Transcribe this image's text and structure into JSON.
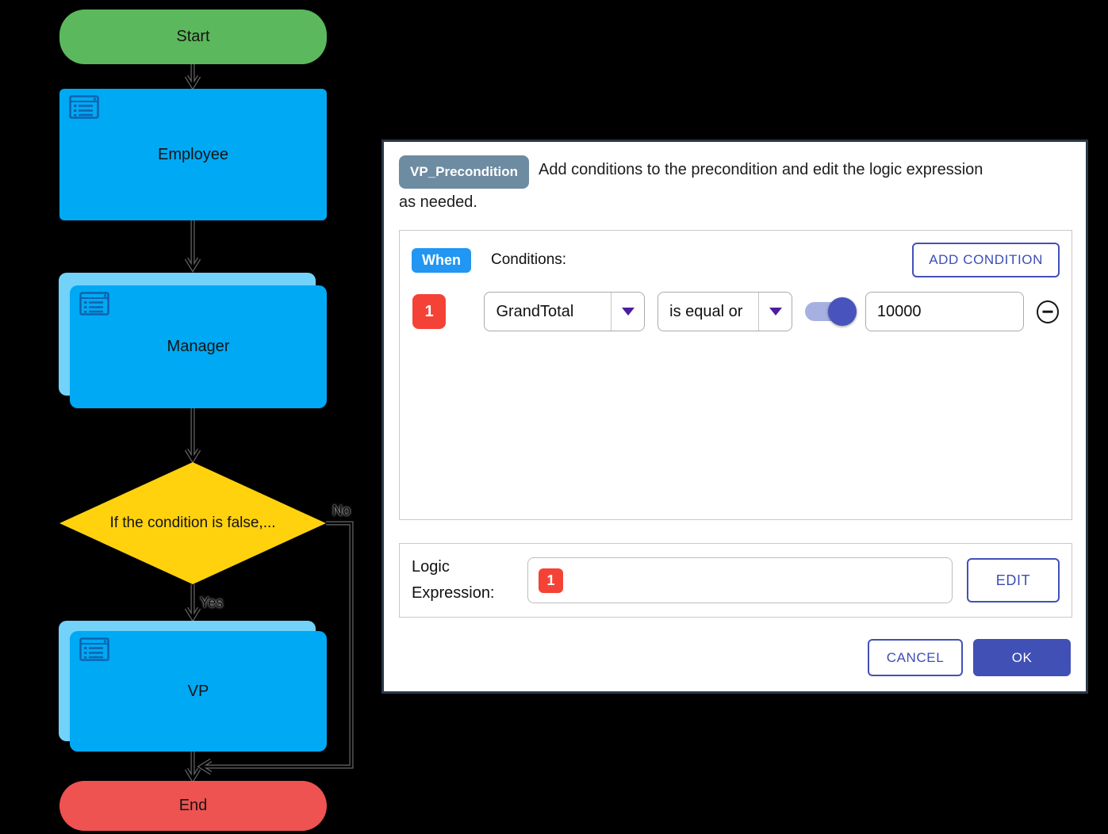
{
  "flowchart": {
    "start_label": "Start",
    "employee_label": "Employee",
    "manager_label": "Manager",
    "decision_label": "If the condition is false,...",
    "vp_label": "VP",
    "end_label": "End",
    "no_label": "No",
    "yes_label": "Yes"
  },
  "dialog": {
    "title_badge": "VP_Precondition",
    "description": "Add conditions to the precondition and edit the logic expression as needed.",
    "when_badge": "When",
    "conditions_label": "Conditions:",
    "add_condition_button": "ADD CONDITION",
    "condition_row": {
      "index": "1",
      "field_value": "GrandTotal",
      "operator_value": "is equal or",
      "toggle_state": "on",
      "value": "10000"
    },
    "logic": {
      "label": "Logic Expression:",
      "expression_badge": "1",
      "edit_button": "EDIT"
    },
    "cancel_button": "CANCEL",
    "ok_button": "OK"
  },
  "colors": {
    "start_green": "#5cb85c",
    "node_blue": "#00a9f4",
    "node_blue_light": "#72d2f9",
    "decision_yellow": "#ffd20d",
    "end_red": "#ee5351",
    "title_badge_slate": "#6d8ba1",
    "when_blue": "#2196f3",
    "accent_indigo": "#4050b5",
    "condition_red": "#f44336",
    "caret_purple": "#4a1e9e",
    "dialog_border": "#2b3949"
  }
}
